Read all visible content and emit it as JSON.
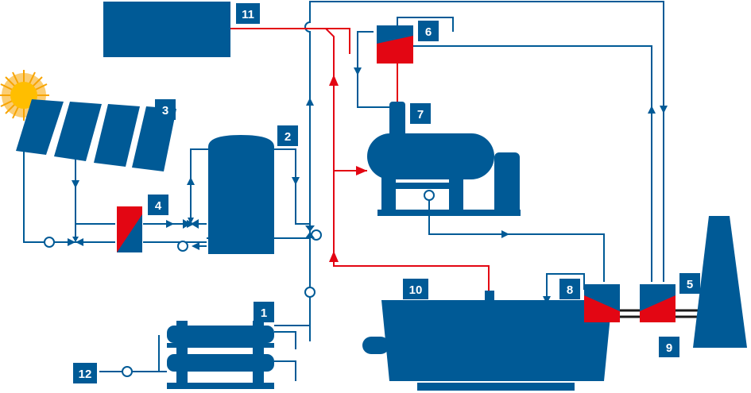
{
  "colors": {
    "primary_blue": "#005a96",
    "heat_red": "#e30613",
    "background": "#ffffff",
    "label_text": "#ffffff",
    "sun": "#f7a400"
  },
  "labels": {
    "n1": "1",
    "n2": "2",
    "n3": "3",
    "n4": "4",
    "n5": "5",
    "n6": "6",
    "n7": "7",
    "n8": "8",
    "n9": "9",
    "n10": "10",
    "n11": "11",
    "n12": "12"
  }
}
